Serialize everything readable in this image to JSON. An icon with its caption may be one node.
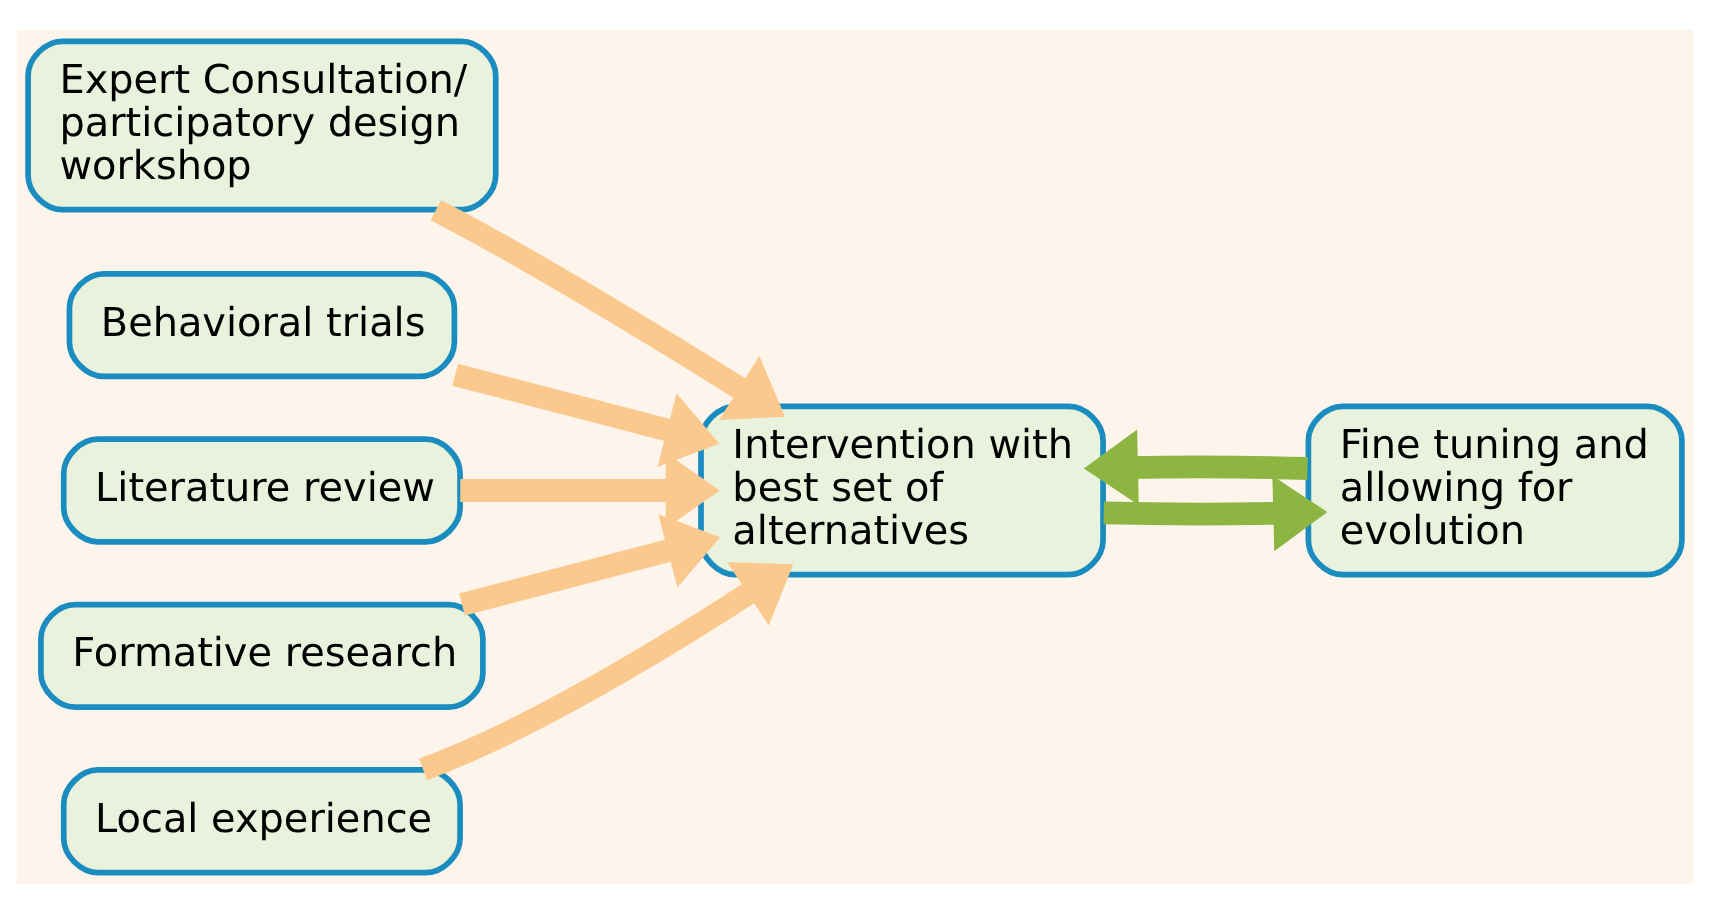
{
  "diagram": {
    "nodes": [
      {
        "text": [
          "Expert Consultation/ participatory design workshop"
        ]
      },
      {
        "text": [
          "Behavioral trials"
        ]
      },
      {
        "text": [
          "Literature review"
        ]
      },
      {
        "text": [
          "Formative research"
        ]
      },
      {
        "text": [
          "Local experience"
        ]
      },
      {
        "text": [
          "Intervention with best set of alternatives"
        ]
      },
      {
        "text": [
          "Fine tuning and allowing for evolution"
        ]
      }
    ],
    "edges": [
      {
        "from": 0,
        "to": 5,
        "arrow": "to"
      },
      {
        "from": 1,
        "to": 5,
        "arrow": "to"
      },
      {
        "from": 2,
        "to": 5,
        "arrow": "to"
      },
      {
        "from": 3,
        "to": 5,
        "arrow": "to"
      },
      {
        "from": 4,
        "to": 5,
        "arrow": "to"
      },
      {
        "from": 5,
        "to": 6,
        "arrow": "to",
        "color": "#8db542"
      },
      {
        "from": 6,
        "to": 5,
        "arrow": "to",
        "color": "#8db542"
      }
    ]
  }
}
